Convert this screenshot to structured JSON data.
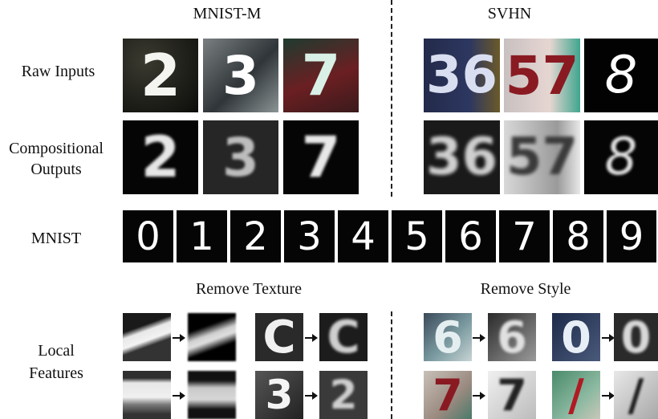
{
  "headers": {
    "mnist_m": "MNIST-M",
    "svhn": "SVHN",
    "remove_texture": "Remove Texture",
    "remove_style": "Remove Style"
  },
  "row_labels": {
    "raw_inputs": "Raw Inputs",
    "compositional_1": "Compositional",
    "compositional_2": "Outputs",
    "mnist": "MNIST",
    "local_1": "Local",
    "local_2": "Features"
  }
}
